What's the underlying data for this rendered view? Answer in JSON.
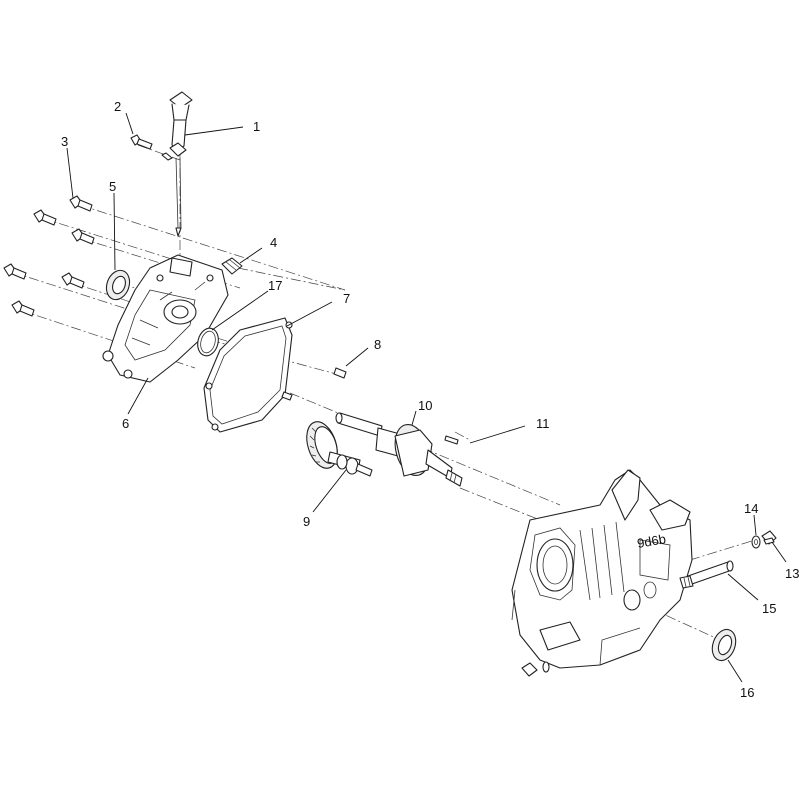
{
  "diagram": {
    "callouts": [
      "1",
      "2",
      "3",
      "4",
      "5",
      "6",
      "7",
      "8",
      "9",
      "10",
      "11",
      "13",
      "14",
      "15",
      "16",
      "17"
    ],
    "engine_casting_text": "9d6b"
  }
}
